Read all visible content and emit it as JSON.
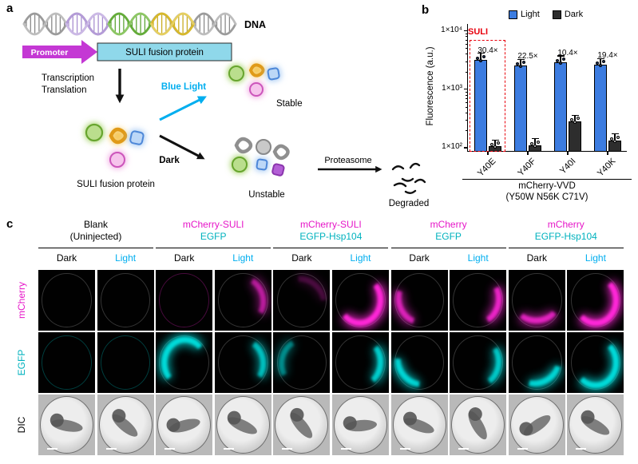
{
  "panel_a": {
    "label": "a",
    "dna_label": "DNA",
    "promoter_label": "Promoter",
    "fusion_box_label": "SULI fusion protein",
    "transcription_label": "Transcription",
    "translation_label": "Translation",
    "blue_light_label": "Blue Light",
    "dark_label": "Dark",
    "stable_label": "Stable",
    "unstable_label": "Unstable",
    "cluster_label": "SULI fusion protein",
    "proteasome_label": "Proteasome",
    "degraded_label": "Degraded"
  },
  "panel_b": {
    "label": "b",
    "chart_data": {
      "type": "bar",
      "title": "",
      "ylabel": "Fluorescence (a.u.)",
      "yscale": "log",
      "ylim": [
        100,
        10000
      ],
      "ytick_values": [
        100,
        1000,
        10000
      ],
      "ytick_labels": [
        "1×10²",
        "1×10³",
        "1×10⁴"
      ],
      "categories": [
        "Y40E",
        "Y40F",
        "Y40I",
        "Y40K"
      ],
      "series": [
        {
          "name": "Light",
          "color": "#3c7ce0",
          "values": [
            3200,
            2500,
            2900,
            2600
          ]
        },
        {
          "name": "Dark",
          "color": "#2d2d2d",
          "values": [
            105,
            111,
            279,
            134
          ]
        }
      ],
      "fold_change_labels": [
        "30.4×",
        "22.5×",
        "10.4×",
        "19.4×"
      ],
      "highlight": {
        "label": "SULI",
        "color": "#e8000d",
        "category": "Y40E"
      },
      "x_group_label_line1": "mCherry-VVD",
      "x_group_label_line2": "(Y50W N56K C71V)",
      "legend_position": "top",
      "grid": false
    }
  },
  "panel_c": {
    "label": "c",
    "row_labels": [
      {
        "text": "mCherry",
        "color": "#e616c8"
      },
      {
        "text": "EGFP",
        "color": "#00b2be"
      },
      {
        "text": "DIC",
        "color": "#000000"
      }
    ],
    "condition_labels": [
      {
        "text": "Dark",
        "color": "#000000"
      },
      {
        "text": "Light",
        "color": "#00aeef"
      }
    ],
    "groups": [
      {
        "line1": {
          "text": "Blank",
          "color": "#000000"
        },
        "line2": {
          "text": "(Uninjected)",
          "color": "#000000"
        }
      },
      {
        "line1": {
          "text": "mCherry-SULI",
          "color": "#e616c8"
        },
        "line2": {
          "text": "EGFP",
          "color": "#00b2be"
        }
      },
      {
        "line1": {
          "text": "mCherry-SULI",
          "color": "#e616c8"
        },
        "line2": {
          "text": "EGFP-Hsp104",
          "color": "#00b2be"
        }
      },
      {
        "line1": {
          "text": "mCherry",
          "color": "#e616c8"
        },
        "line2": {
          "text": "EGFP",
          "color": "#00b2be"
        }
      },
      {
        "line1": {
          "text": "mCherry",
          "color": "#e616c8"
        },
        "line2": {
          "text": "EGFP-Hsp104",
          "color": "#00b2be"
        }
      }
    ],
    "signal_colors": {
      "mcherry": "#ff27d8",
      "egfp": "#00e0df"
    },
    "cells": {
      "mcherry": [
        {
          "i": 0,
          "a": 0
        },
        {
          "i": 0,
          "a": 0
        },
        {
          "i": 0.08,
          "a": -30
        },
        {
          "i": 0.55,
          "a": -15
        },
        {
          "i": 0.18,
          "a": -50
        },
        {
          "i": 0.95,
          "a": 5
        },
        {
          "i": 0.7,
          "a": 155
        },
        {
          "i": 0.8,
          "a": 15
        },
        {
          "i": 0.75,
          "a": 85
        },
        {
          "i": 1.0,
          "a": 0
        }
      ],
      "egfp": [
        {
          "i": 0.07,
          "a": 0
        },
        {
          "i": 0.07,
          "a": 0
        },
        {
          "i": 0.9,
          "a": 185
        },
        {
          "i": 0.7,
          "a": -10
        },
        {
          "i": 0.45,
          "a": 195
        },
        {
          "i": 0.8,
          "a": 5
        },
        {
          "i": 0.85,
          "a": 140
        },
        {
          "i": 0.75,
          "a": 10
        },
        {
          "i": 0.85,
          "a": 60
        },
        {
          "i": 0.9,
          "a": 0
        }
      ],
      "dic_rotations": [
        10,
        40,
        -15,
        25,
        50,
        -5,
        20,
        60,
        -35,
        30
      ]
    }
  }
}
